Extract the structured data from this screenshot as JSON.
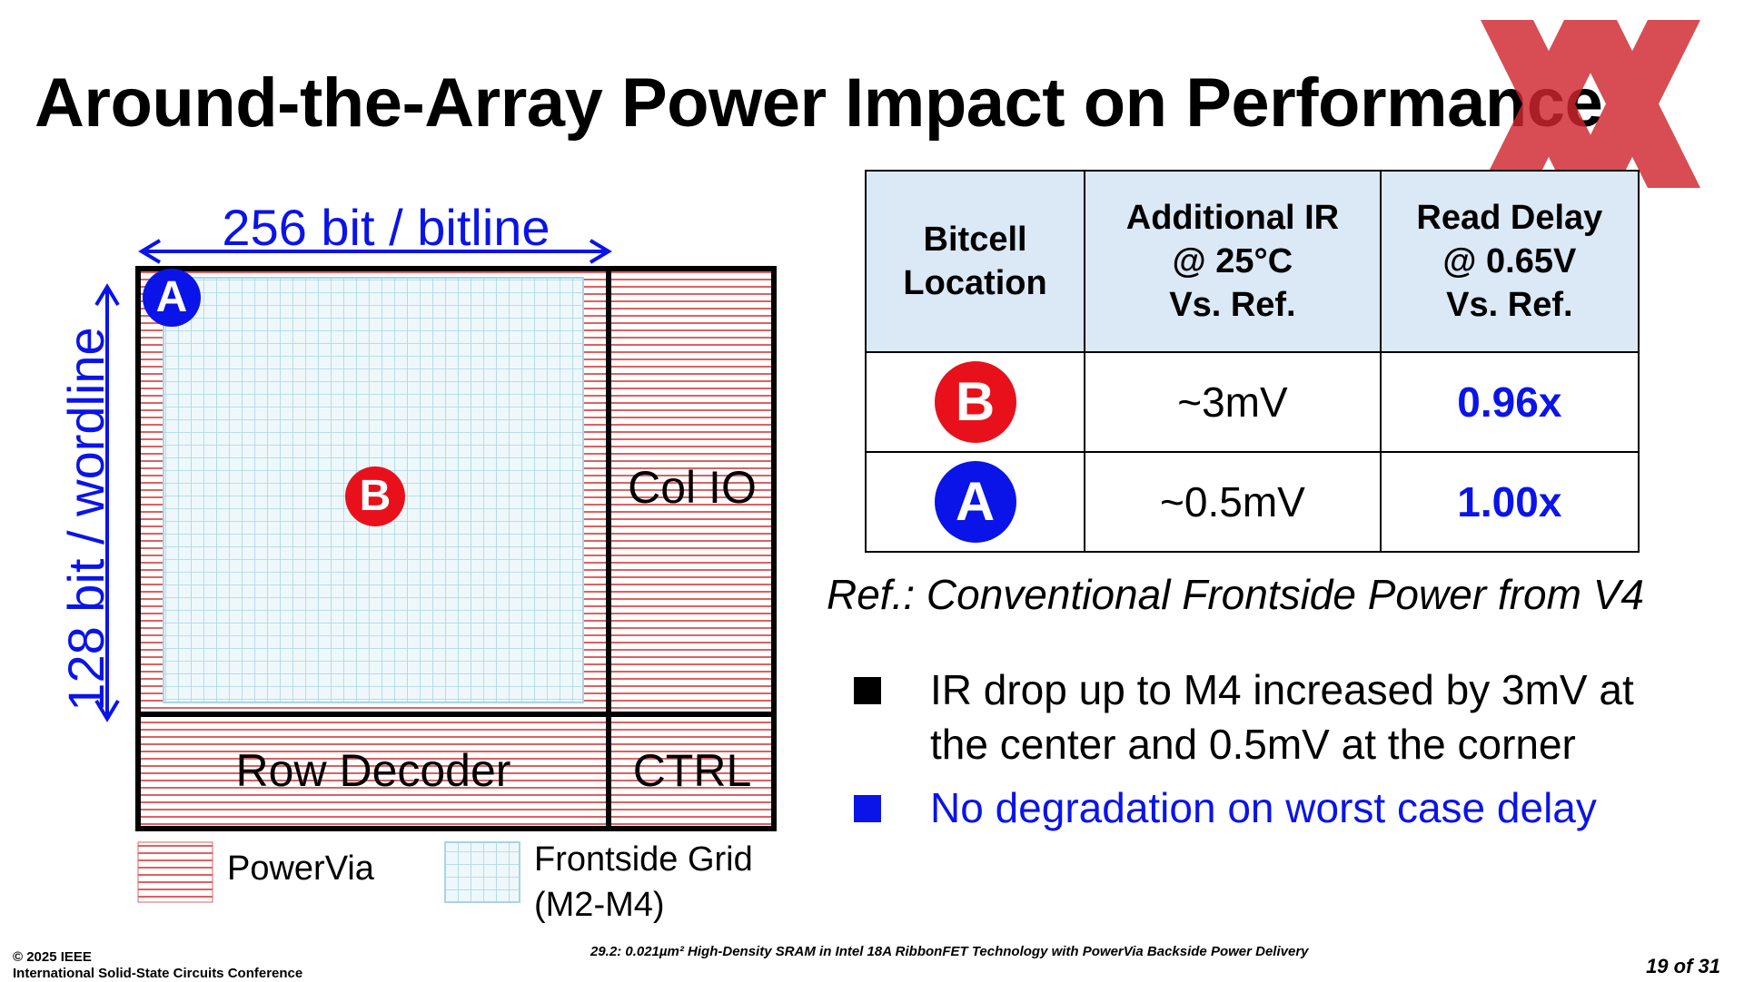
{
  "title": "Around-the-Array Power Impact on Performance",
  "diagram": {
    "bitline_label": "256 bit / bitline",
    "wordline_label": "128 bit / wordline",
    "marker_a": "A",
    "marker_b": "B",
    "col_io": "Col IO",
    "row_decoder": "Row Decoder",
    "ctrl": "CTRL",
    "legend": {
      "powervia": "PowerVia",
      "frontside_line1": "Frontside Grid",
      "frontside_line2": "(M2-M4)"
    }
  },
  "table": {
    "headers": [
      [
        "Bitcell",
        "Location"
      ],
      [
        "Additional IR",
        "@ 25°C",
        "Vs. Ref."
      ],
      [
        "Read Delay",
        "@ 0.65V",
        "Vs. Ref."
      ]
    ],
    "rows": [
      {
        "location": "B",
        "ir": "~3mV",
        "delay": "0.96x"
      },
      {
        "location": "A",
        "ir": "~0.5mV",
        "delay": "1.00x"
      }
    ]
  },
  "ref_note": "Ref.: Conventional Frontside Power from V4",
  "bullets": [
    {
      "line1": "IR drop up to M4 increased by 3mV at",
      "line2": "the center and 0.5mV at the corner"
    },
    {
      "line1": "No degradation on worst case delay"
    }
  ],
  "footer": {
    "copyright": "© 2025 IEEE",
    "conference": "International Solid-State Circuits Conference",
    "paper": "29.2: 0.021µm² High-Density SRAM in Intel 18A RibbonFET Technology with PowerVia Backside Power Delivery",
    "page": "19 of 31"
  },
  "colors": {
    "accent_blue": "#0a14e8",
    "marker_red": "#e8111b",
    "powervia_red": "#e06060",
    "grid_blue": "#a9d4e6",
    "header_fill": "#dbe8f5"
  }
}
